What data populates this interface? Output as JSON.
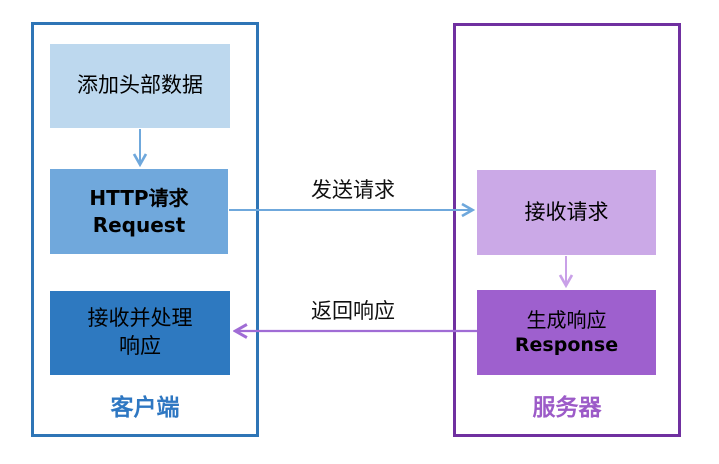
{
  "diagram": {
    "client": {
      "label": "客户端",
      "boxes": {
        "add_header": {
          "text": "添加头部数据"
        },
        "http_request": {
          "line1": "HTTP请求",
          "line2": "Request"
        },
        "receive_process": {
          "line1": "接收并处理",
          "line2": "响应"
        }
      }
    },
    "server": {
      "label": "服务器",
      "boxes": {
        "receive_request": {
          "text": "接收请求"
        },
        "generate_response": {
          "line1": "生成响应",
          "line2": "Response"
        }
      }
    },
    "arrows": {
      "send": {
        "label": "发送请求",
        "direction": "left-to-right"
      },
      "return": {
        "label": "返回响应",
        "direction": "right-to-left"
      }
    },
    "colors": {
      "client_border": "#2E75B6",
      "client_box_light": "#BDD8EE",
      "client_box_medium": "#70A8DC",
      "client_box_dark": "#2E79C0",
      "client_label": "#2E77C2",
      "server_border": "#7030A0",
      "server_box_light": "#CBA9E7",
      "server_box_medium": "#9E60CE",
      "server_label": "#9C5BC8",
      "arrow_blue": "#6FA8DC",
      "arrow_light_purple": "#C9A0E8",
      "arrow_purple": "#A06CD5"
    }
  }
}
